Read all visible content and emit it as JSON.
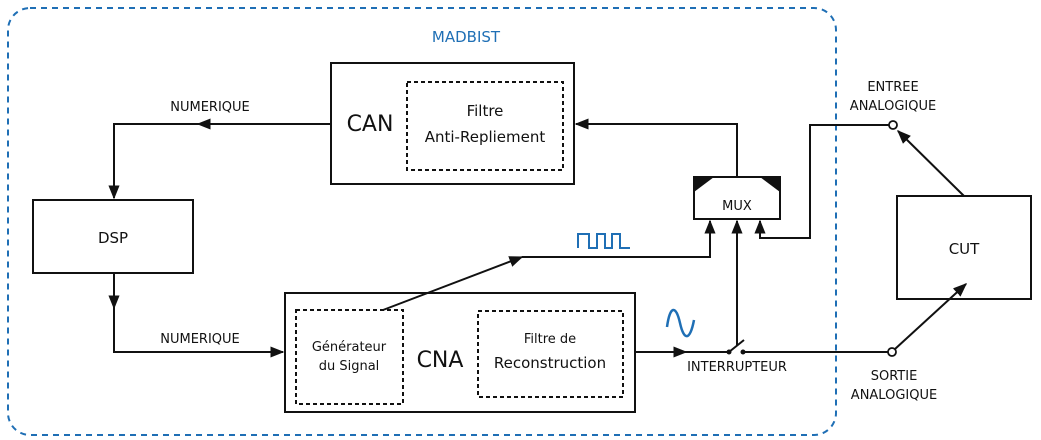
{
  "system_label": "MADBIST",
  "blocks": {
    "can": {
      "label": "CAN",
      "inner_line1": "Filtre",
      "inner_line2": "Anti-Repliement"
    },
    "dsp": {
      "label": "DSP"
    },
    "cna": {
      "label": "CNA",
      "generator_line1": "Générateur",
      "generator_line2": "du Signal",
      "filter_line1": "Filtre de",
      "filter_line2": "Reconstruction"
    },
    "mux": {
      "label": "MUX"
    },
    "cut": {
      "label": "CUT"
    }
  },
  "signals": {
    "numerique_top": "NUMERIQUE",
    "numerique_bottom": "NUMERIQUE",
    "interrupteur": "INTERRUPTEUR",
    "entree_line1": "ENTREE",
    "entree_line2": "ANALOGIQUE",
    "sortie_line1": "SORTIE",
    "sortie_line2": "ANALOGIQUE"
  },
  "colors": {
    "accent": "#1f6fb5",
    "stroke": "#111111"
  }
}
